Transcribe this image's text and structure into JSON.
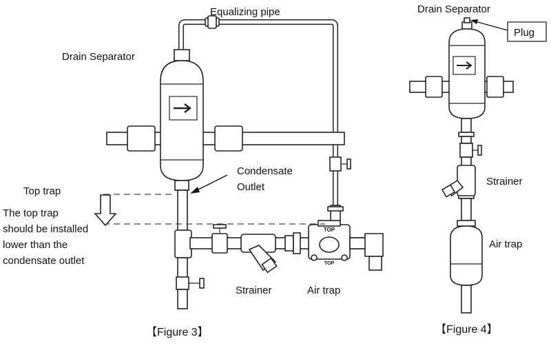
{
  "figure3": {
    "caption": "【Figure 3】",
    "labels": {
      "equalizing_pipe": "Equalizing pipe",
      "drain_separator": "Drain Separator",
      "condensate_outlet_1": "Condensate",
      "condensate_outlet_2": "Outlet",
      "top_trap": "Top trap",
      "note_line1": "The top trap",
      "note_line2": "should be installed",
      "note_line3": "lower than the",
      "note_line4": "condensate outlet",
      "strainer": "Strainer",
      "air_trap": "Air trap",
      "trap_marking_top": "TOP",
      "trap_marking_bottom": "TOP"
    }
  },
  "figure4": {
    "caption": "【Figure 4】",
    "labels": {
      "drain_separator": "Drain Separator",
      "plug": "Plug",
      "strainer": "Strainer",
      "air_trap": "Air trap"
    }
  }
}
